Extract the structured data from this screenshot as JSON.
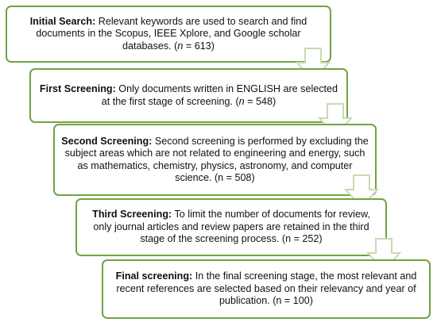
{
  "colors": {
    "border": "#71a343",
    "arrow_stroke": "#c6dbb0",
    "arrow_fill": "#ffffff"
  },
  "stages": [
    {
      "title": "Initial Search:",
      "text": " Relevant keywords are used to search and find documents in the Scopus, IEEE Xplore, and Google scholar databases. (",
      "n_label": "n",
      "count": " = 613)"
    },
    {
      "title": "First Screening:",
      "text": " Only documents written in ENGLISH are selected at the first stage of screening. (",
      "n_label": "n",
      "count": " = 548)"
    },
    {
      "title": "Second Screening:",
      "text": " Second screening is performed by excluding the subject areas which are not related to engineering and energy, such as mathematics, chemistry, physics, astronomy, and computer science. ",
      "count": "(n = 508)"
    },
    {
      "title": "Third Screening:",
      "text": " To limit the number of documents for review, only journal articles and review papers are retained in the third stage of the screening process. ",
      "count": "(n = 252)"
    },
    {
      "title": "Final screening:",
      "text": " In the final screening stage, the most relevant and recent references are selected based on their relevancy and year of publication. ",
      "count": "(n = 100)"
    }
  ]
}
